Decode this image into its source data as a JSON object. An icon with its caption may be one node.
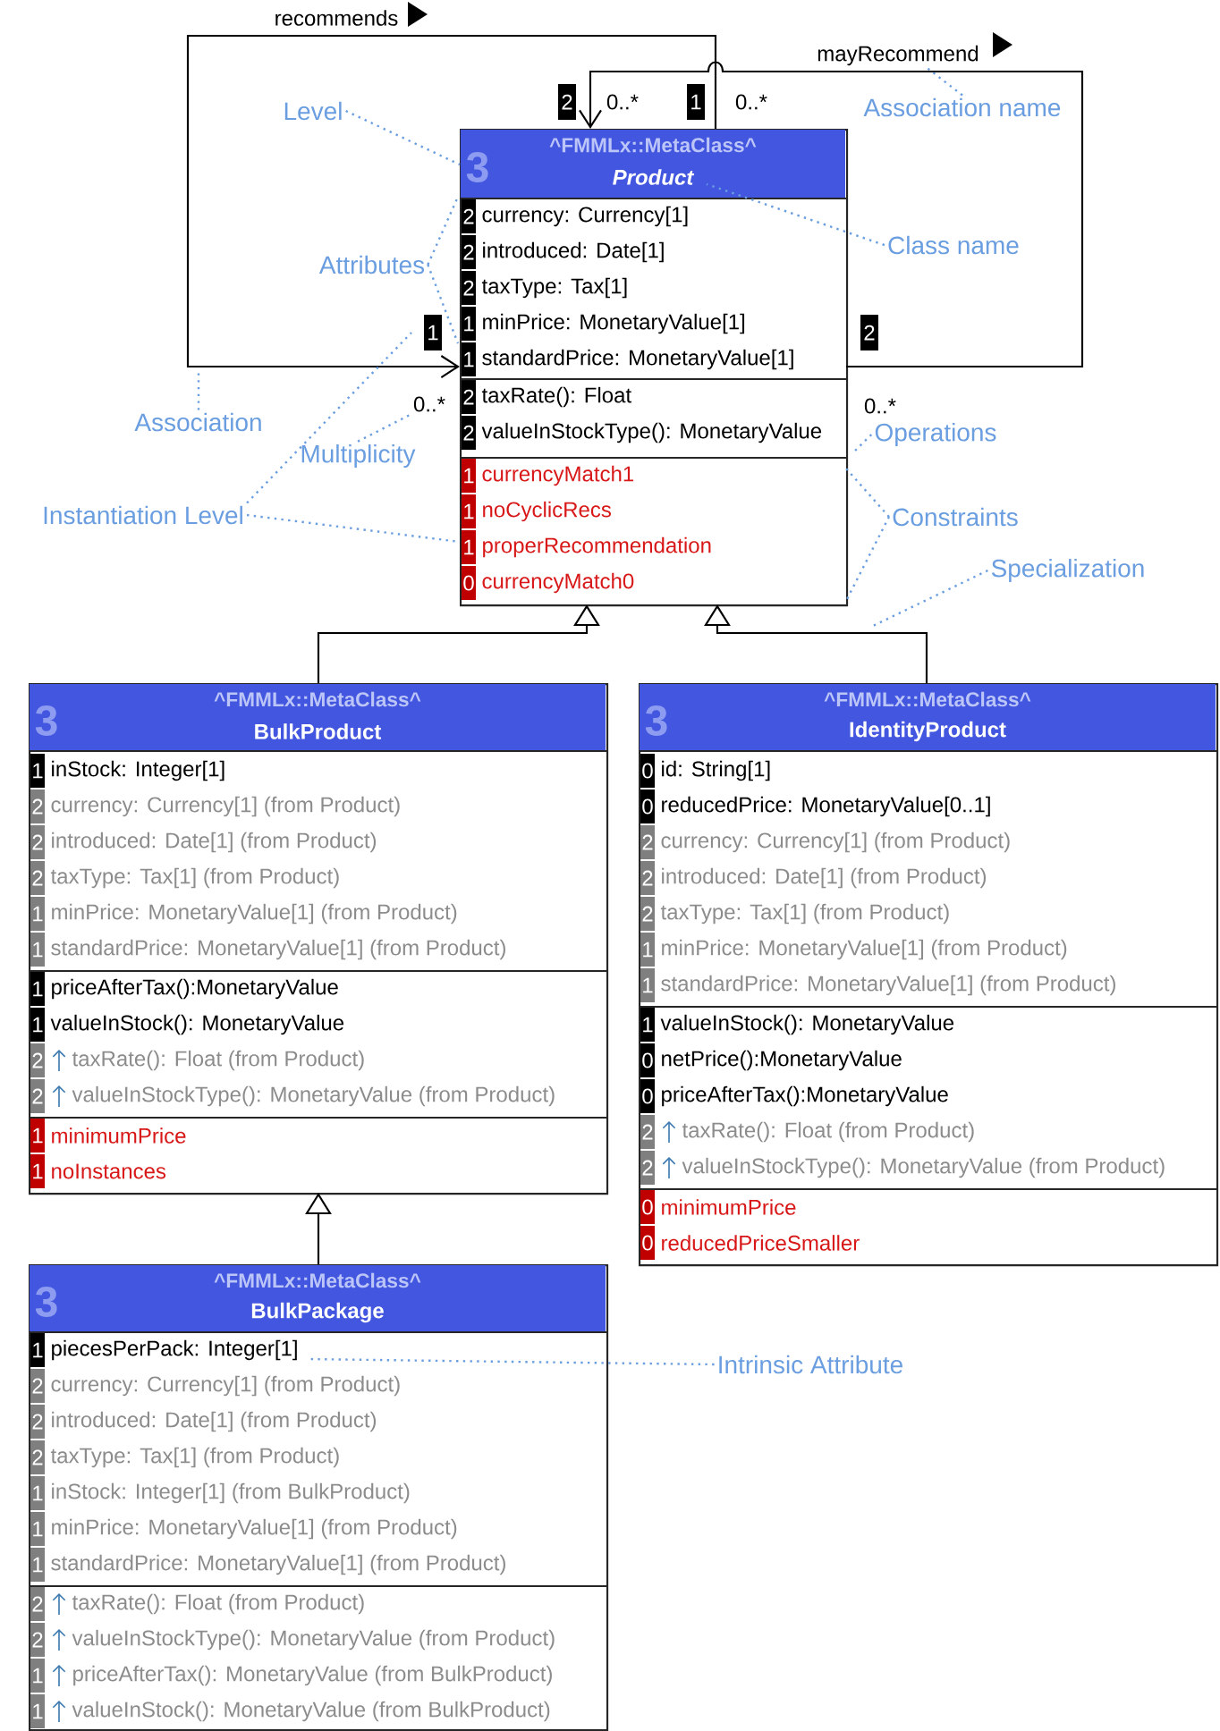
{
  "diagram": {
    "nodes": [
      {
        "text": [
          "^FMMLx::MetaClass^",
          "3",
          "Product",
          "2",
          "currency: Currency[1]",
          "2",
          "introduced: Date[1]",
          "2",
          "taxType: Tax[1]",
          "1",
          "minPrice: MonetaryValue[1]",
          "1",
          "standardPrice: MonetaryValue[1]",
          "2",
          "taxRate(): Float",
          "2",
          "valueInStockType(): MonetaryValue",
          "1",
          "currencyMatch1",
          "1",
          "noCyclicRecs",
          "1",
          "properRecommendation",
          "0",
          "currencyMatch0"
        ]
      },
      {
        "text": [
          "^FMMLx::MetaClass^",
          "3",
          "BulkProduct",
          "1",
          "inStock: Integer[1]",
          "2",
          "currency: Currency[1] (from Product)",
          "2",
          "introduced: Date[1] (from Product)",
          "2",
          "taxType: Tax[1] (from Product)",
          "1",
          "minPrice: MonetaryValue[1] (from Product)",
          "1",
          "standardPrice: MonetaryValue[1] (from Product)",
          "1",
          "priceAfterTax():MonetaryValue",
          "1",
          "valueInStock(): MonetaryValue",
          "2",
          "taxRate(): Float (from Product)",
          "2",
          "valueInStockType(): MonetaryValue (from Product)",
          "1",
          "minimumPrice",
          "1",
          "noInstances"
        ]
      },
      {
        "text": [
          "^FMMLx::MetaClass^",
          "3",
          "IdentityProduct",
          "0",
          "id: String[1]",
          "0",
          "reducedPrice: MonetaryValue[0..1]",
          "2",
          "currency: Currency[1] (from Product)",
          "2",
          "introduced: Date[1] (from Product)",
          "2",
          "taxType: Tax[1] (from Product)",
          "1",
          "minPrice: MonetaryValue[1] (from Product)",
          "1",
          "standardPrice: MonetaryValue[1] (from Product)",
          "1",
          "valueInStock(): MonetaryValue",
          "0",
          "netPrice():MonetaryValue",
          "0",
          "priceAfterTax():MonetaryValue",
          "2",
          "taxRate(): Float (from Product)",
          "2",
          "valueInStockType(): MonetaryValue (from Product)",
          "0",
          "minimumPrice",
          "0",
          "reducedPriceSmaller"
        ]
      },
      {
        "text": [
          "^FMMLx::MetaClass^",
          "3",
          "BulkPackage",
          "1",
          "piecesPerPack: Integer[1]",
          "2",
          "currency: Currency[1] (from Product)",
          "2",
          "introduced: Date[1] (from Product)",
          "2",
          "taxType: Tax[1] (from Product)",
          "1",
          "inStock: Integer[1] (from BulkProduct)",
          "1",
          "minPrice: MonetaryValue[1] (from Product)",
          "1",
          "standardPrice: MonetaryValue[1] (from Product)",
          "2",
          "taxRate(): Float (from Product)",
          "2",
          "valueInStockType(): MonetaryValue (from Product)",
          "1",
          "priceAfterTax(): MonetaryValue (from BulkProduct)",
          "1",
          "valueInStock(): MonetaryValue (from BulkProduct)"
        ]
      },
      {
        "text": [
          "Association name"
        ]
      },
      {
        "text": [
          "Level"
        ]
      },
      {
        "text": [
          "Class name"
        ]
      },
      {
        "text": [
          "Attributes"
        ]
      },
      {
        "text": [
          "Association"
        ]
      },
      {
        "text": [
          "Operations"
        ]
      },
      {
        "text": [
          "Multiplicity"
        ]
      },
      {
        "text": [
          "Instantiation Level"
        ]
      },
      {
        "text": [
          "Constraints"
        ]
      },
      {
        "text": [
          "Specialization"
        ]
      },
      {
        "text": [
          "Intrinsic Attribute"
        ]
      },
      {
        "text": [
          "0..*"
        ]
      }
    ],
    "edges": [
      {
        "from": 0,
        "to": 0,
        "arrow": "to",
        "label": "recommends",
        "color": "#000000"
      },
      {
        "from": 0,
        "to": 0,
        "arrow": "to",
        "label": "mayRecommend",
        "color": "#000000"
      },
      {
        "from": 1,
        "to": 0,
        "arrow": "to",
        "color": "#000000"
      },
      {
        "from": 2,
        "to": 0,
        "arrow": "to",
        "color": "#000000"
      },
      {
        "from": 3,
        "to": 1,
        "arrow": "to",
        "color": "#000000"
      },
      {
        "from": 4,
        "to": null,
        "arrow": "none",
        "style": "dashed",
        "color": "#6a9ee0"
      },
      {
        "from": 5,
        "to": 0,
        "arrow": "none",
        "style": "dashed",
        "color": "#6a9ee0"
      },
      {
        "from": 6,
        "to": 0,
        "arrow": "none",
        "style": "dashed",
        "color": "#6a9ee0"
      },
      {
        "from": 7,
        "to": 0,
        "arrow": "none",
        "style": "dashed",
        "color": "#6a9ee0"
      },
      {
        "from": 7,
        "to": 0,
        "arrow": "none",
        "style": "dashed",
        "color": "#6a9ee0"
      },
      {
        "from": 8,
        "to": null,
        "arrow": "none",
        "style": "dashed",
        "color": "#6a9ee0"
      },
      {
        "from": 9,
        "to": null,
        "arrow": "none",
        "style": "dashed",
        "color": "#6a9ee0"
      },
      {
        "from": 10,
        "to": 15,
        "arrow": "none",
        "style": "dashed",
        "color": "#6a9ee0"
      },
      {
        "from": 11,
        "to": 0,
        "arrow": "none",
        "style": "dashed",
        "color": "#6a9ee0"
      },
      {
        "from": 11,
        "to": null,
        "arrow": "none",
        "style": "dashed",
        "color": "#6a9ee0"
      },
      {
        "from": 12,
        "to": 0,
        "arrow": "none",
        "style": "dashed",
        "color": "#6a9ee0"
      },
      {
        "from": 12,
        "to": 0,
        "arrow": "none",
        "style": "dashed",
        "color": "#6a9ee0"
      },
      {
        "from": 13,
        "to": null,
        "arrow": "none",
        "style": "dashed",
        "color": "#6a9ee0"
      },
      {
        "from": 14,
        "to": 3,
        "arrow": "none",
        "style": "dashed",
        "color": "#6a9ee0"
      }
    ],
    "labels": [
      "2",
      "0..*",
      "1",
      "0..*",
      "1",
      "2",
      "0..*"
    ]
  }
}
